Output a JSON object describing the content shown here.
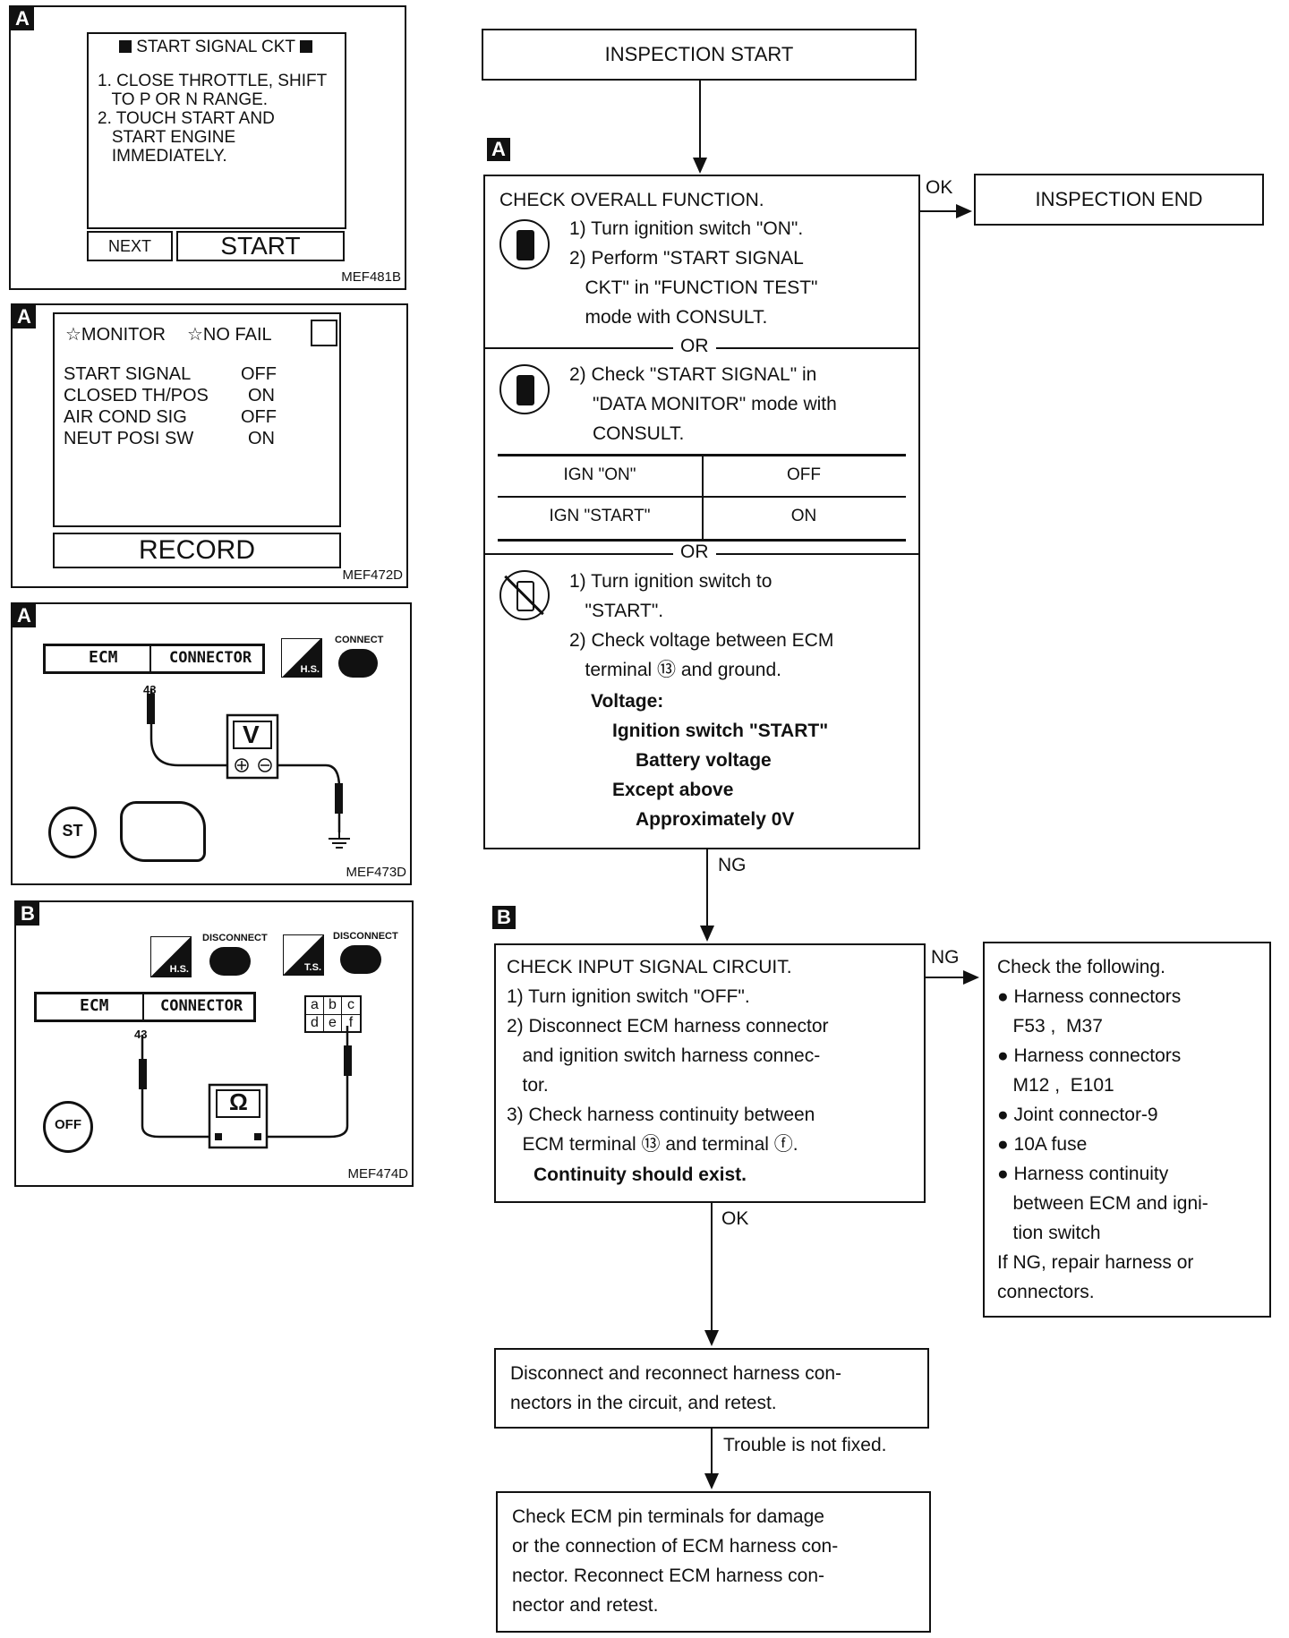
{
  "panels": {
    "p1": {
      "tag": "A",
      "screen_title": "START SIGNAL CKT",
      "steps": [
        "1. CLOSE THROTTLE, SHIFT",
        "   TO P OR N RANGE.",
        "2. TOUCH START AND",
        "   START ENGINE",
        "   IMMEDIATELY."
      ],
      "next_label": "NEXT",
      "start_label": "START",
      "code": "MEF481B"
    },
    "p2": {
      "tag": "A",
      "header_monitor": "☆MONITOR",
      "header_nofail": "☆NO FAIL",
      "rows": [
        {
          "name": "START SIGNAL",
          "value": "OFF"
        },
        {
          "name": "CLOSED TH/POS",
          "value": "ON"
        },
        {
          "name": "AIR COND SIG",
          "value": "OFF"
        },
        {
          "name": "NEUT POSI SW",
          "value": "ON"
        }
      ],
      "record_label": "RECORD",
      "code": "MEF472D"
    },
    "p3": {
      "tag": "A",
      "ecm": "ECM",
      "connector": "CONNECTOR",
      "connect": "CONNECT",
      "hs": "H.S.",
      "pin": "43",
      "meter": "V",
      "key": "ST",
      "code": "MEF473D"
    },
    "p4": {
      "tag": "B",
      "ecm": "ECM",
      "connector": "CONNECTOR",
      "disconnect1": "DISCONNECT",
      "disconnect2": "DISCONNECT",
      "hs": "H.S.",
      "ts": "T.S.",
      "pin": "43",
      "meter": "Ω",
      "key": "OFF",
      "grid": [
        "a",
        "b",
        "c",
        "d",
        "e",
        "f"
      ],
      "code": "MEF474D"
    }
  },
  "flow": {
    "start": "INSPECTION START",
    "end": "INSPECTION END",
    "tag_a": "A",
    "tag_b": "B",
    "ok1": "OK",
    "ng1": "NG",
    "ng2": "NG",
    "ok2": "OK",
    "not_fixed": "Trouble is not fixed.",
    "check_a": {
      "title": "CHECK OVERALL FUNCTION.",
      "m1": [
        "1) Turn ignition switch \"ON\".",
        "2) Perform \"START SIGNAL",
        "   CKT\" in \"FUNCTION TEST\"",
        "   mode with CONSULT."
      ],
      "or1": "OR",
      "m2": [
        "2) Check \"START SIGNAL\" in",
        "\"DATA MONITOR\" mode with",
        "CONSULT."
      ],
      "table": [
        [
          "IGN \"ON\"",
          "OFF"
        ],
        [
          "IGN \"START\"",
          "ON"
        ]
      ],
      "or2": "OR",
      "m3": [
        "1) Turn ignition switch to",
        "   \"START\".",
        "2) Check voltage between ECM",
        "   terminal ⑬ and ground."
      ],
      "voltage": "Voltage:",
      "v1": "Ignition switch \"START\"",
      "v2": "Battery voltage",
      "v3": "Except above",
      "v4": "Approximately 0V"
    },
    "check_b": {
      "title": "CHECK INPUT SIGNAL CIRCUIT.",
      "lines": [
        "1) Turn ignition switch \"OFF\".",
        "2) Disconnect ECM harness connector",
        "   and ignition switch harness connec-",
        "   tor.",
        "3) Check harness continuity between",
        "   ECM terminal ⑬ and terminal ⓕ."
      ],
      "bold": "Continuity should exist."
    },
    "check_following": {
      "title": "Check the following.",
      "lines": [
        "● Harness connectors",
        "   F53 ,  M37",
        "● Harness connectors",
        "   M12 ,  E101",
        "● Joint connector-9",
        "● 10A fuse",
        "● Harness continuity",
        "   between ECM and igni-",
        "   tion switch",
        "If NG, repair harness or",
        "connectors."
      ]
    },
    "reconnect": [
      "Disconnect and reconnect harness con-",
      "nectors in the circuit, and retest."
    ],
    "final": [
      "Check ECM pin terminals for damage",
      "or the connection of ECM harness con-",
      "nector. Reconnect ECM harness con-",
      "nector and retest."
    ]
  }
}
